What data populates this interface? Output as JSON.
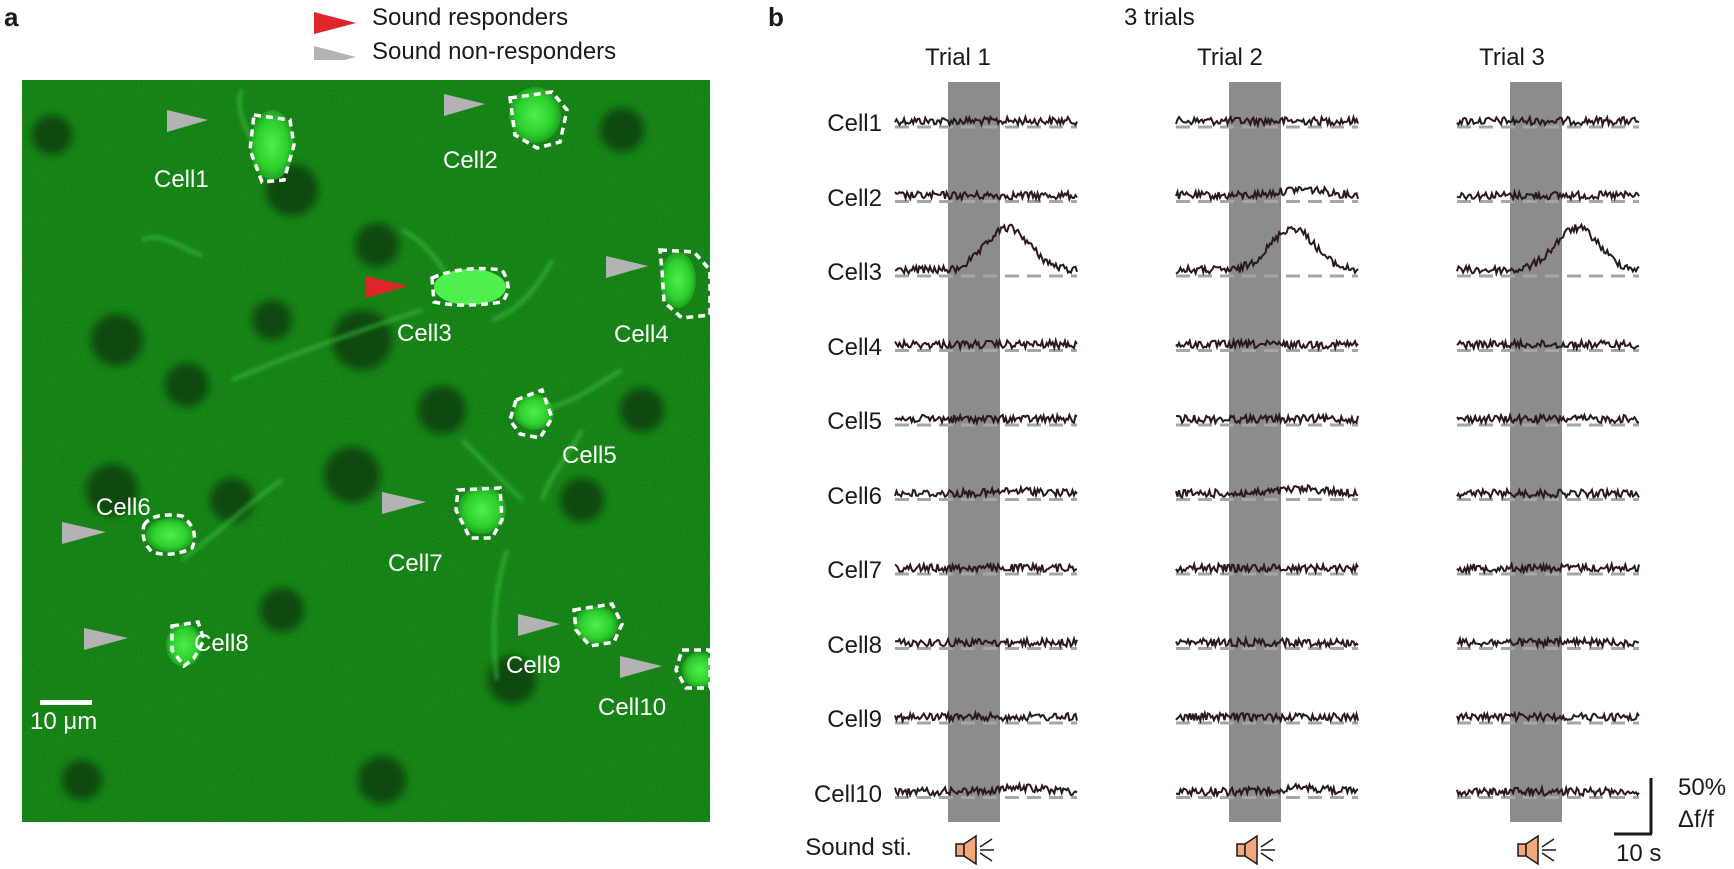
{
  "panel_a": {
    "letter": "a",
    "legend": [
      {
        "label": "Sound responders",
        "color": "#e0242b"
      },
      {
        "label": "Sound non-responders",
        "color": "#b3b3b3"
      }
    ],
    "cells": [
      {
        "label": "Cell1",
        "responder": false
      },
      {
        "label": "Cell2",
        "responder": false
      },
      {
        "label": "Cell3",
        "responder": true
      },
      {
        "label": "Cell4",
        "responder": false
      },
      {
        "label": "Cell5",
        "responder": false
      },
      {
        "label": "Cell6",
        "responder": false
      },
      {
        "label": "Cell7",
        "responder": false
      },
      {
        "label": "Cell8",
        "responder": false
      },
      {
        "label": "Cell9",
        "responder": false
      },
      {
        "label": "Cell10",
        "responder": false
      }
    ],
    "scale_bar_label": "10 μm",
    "image_color": "#2fa82f"
  },
  "panel_b": {
    "letter": "b",
    "heading": "3 trials",
    "trials": [
      "Trial 1",
      "Trial 2",
      "Trial 3"
    ],
    "rows": [
      "Cell1",
      "Cell2",
      "Cell3",
      "Cell4",
      "Cell5",
      "Cell6",
      "Cell7",
      "Cell8",
      "Cell9",
      "Cell10"
    ],
    "stimulus_label": "Sound sti.",
    "stimulus_icon": "speaker-icon",
    "scale_y_label_1": "50%",
    "scale_y_label_2": "Δf/f",
    "scale_x_label": "10 s",
    "stim_band_color": "#8c8c8c",
    "trace_color": "#2a1a1a",
    "baseline_color": "#a6a6a6"
  },
  "chart_data": {
    "type": "line",
    "title": "3 trials",
    "series_units": "Δf/f",
    "scale": {
      "dff_percent": 50,
      "time_s": 10
    },
    "responses": {
      "Cell2": {
        "Trial 2": "small late rise"
      },
      "Cell3": {
        "Trial 1": "large rise after stimulus",
        "Trial 2": "large rise after stimulus",
        "Trial 3": "large rise after stimulus"
      },
      "other_cells": "flat, near baseline"
    }
  }
}
